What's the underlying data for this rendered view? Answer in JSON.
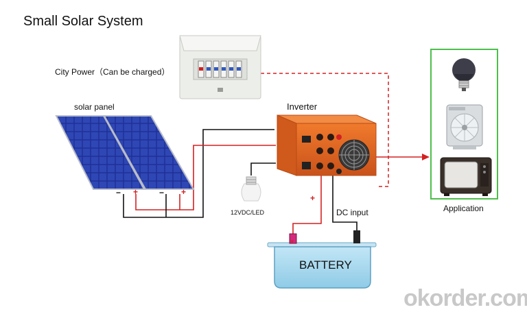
{
  "title": "Small Solar System",
  "labels": {
    "city_power": "City Power（Can be charged）",
    "solar_panel": "solar panel",
    "inverter": "Inverter",
    "application": "Application",
    "dc_input": "DC input",
    "led": "12VDC/LED",
    "battery": "BATTERY"
  },
  "polarity": {
    "minus": "−",
    "plus": "+"
  },
  "watermark": "okorder.com",
  "colors": {
    "wire_positive": "#d42020",
    "wire_negative": "#111111",
    "inverter_body": "#e4661e",
    "battery_body": "#a9d8ef",
    "panel_cell": "#2236a0",
    "application_frame": "#4cbf4a"
  }
}
